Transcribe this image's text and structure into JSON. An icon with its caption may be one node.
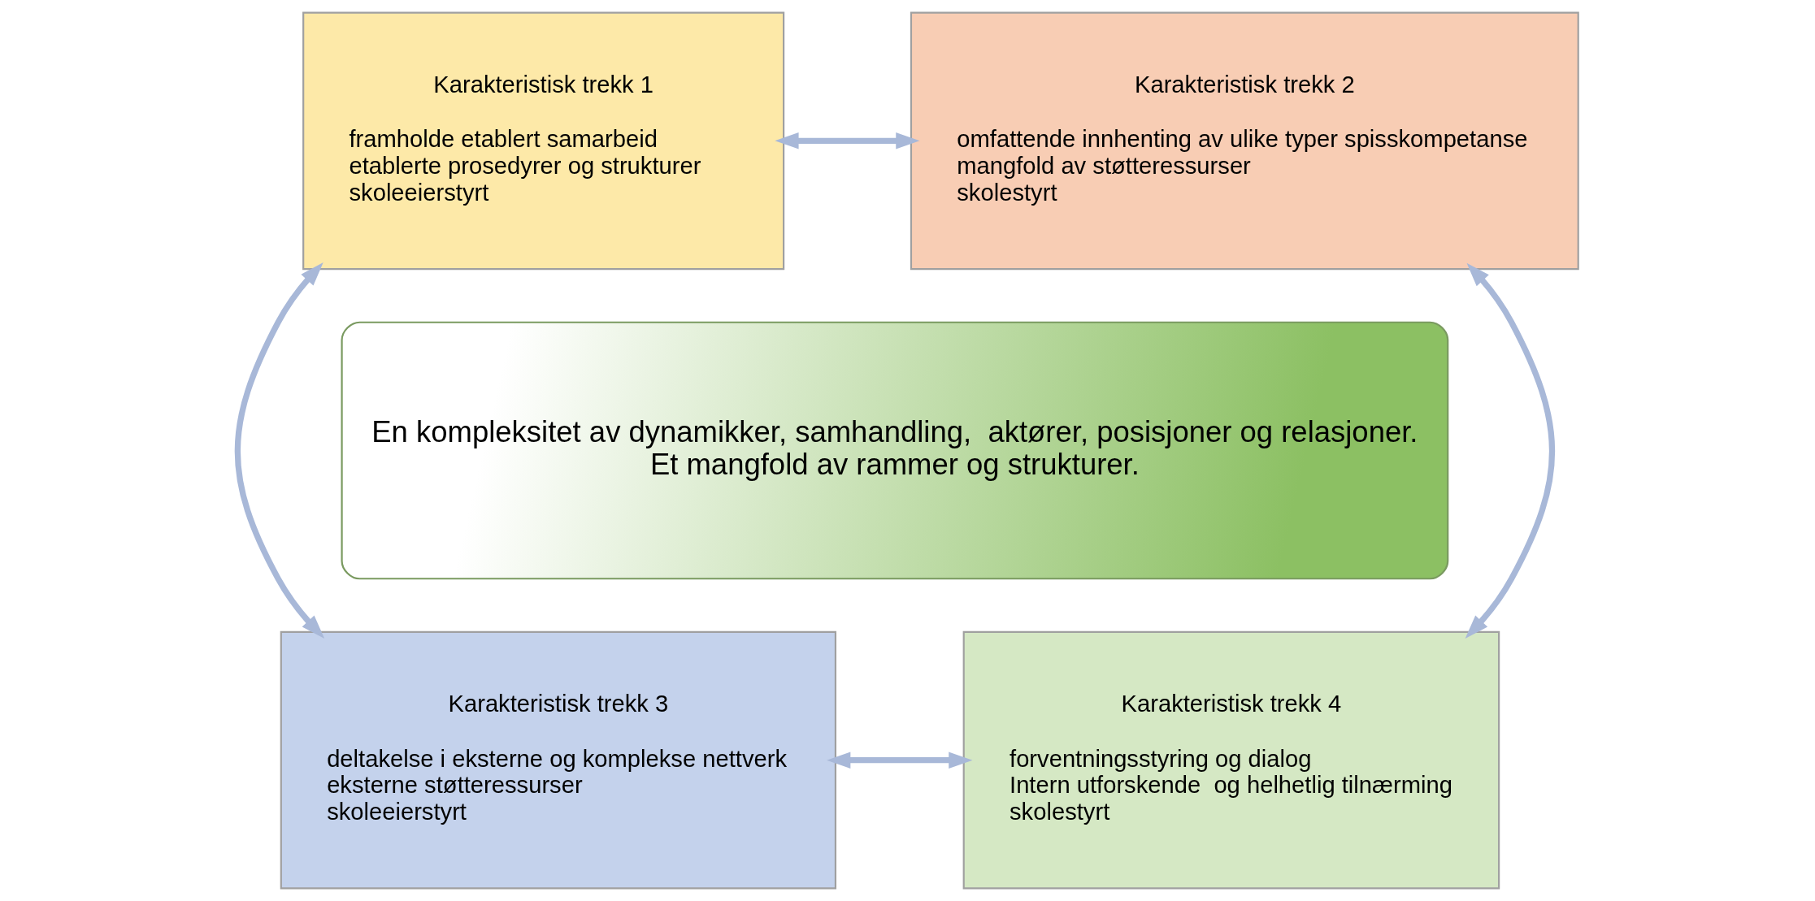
{
  "diagram": {
    "nodes": [
      {
        "text": [
          "Karakteristisk trekk 1",
          "framholde etablert samarbeid",
          "etablerte prosedyrer og strukturer",
          "skoleeierstyrt"
        ]
      },
      {
        "text": [
          "Karakteristisk trekk 2",
          "omfattende innhenting av ulike typer spisskompetanse",
          "mangfold av støtteressurser",
          "skolestyrt"
        ]
      },
      {
        "text": [
          "Karakteristisk trekk 3",
          "deltakelse i eksterne og komplekse nettverk",
          "eksterne støtteressurser",
          "skoleeierstyrt"
        ]
      },
      {
        "text": [
          "Karakteristisk trekk 4",
          "forventningsstyring og dialog",
          "Intern utforskende  og helhetlig tilnærming",
          "skolestyrt"
        ]
      },
      {
        "text": [
          "En kompleksitet av dynamikker, samhandling,  aktører, posisjoner og relasjoner.",
          "Et mangfold av rammer og strukturer."
        ]
      }
    ],
    "edges": [
      {
        "from": 0,
        "to": 1,
        "arrow": "both"
      },
      {
        "from": 0,
        "to": 2,
        "arrow": "both"
      },
      {
        "from": 1,
        "to": 3,
        "arrow": "both"
      },
      {
        "from": 2,
        "to": 3,
        "arrow": "both"
      }
    ]
  }
}
